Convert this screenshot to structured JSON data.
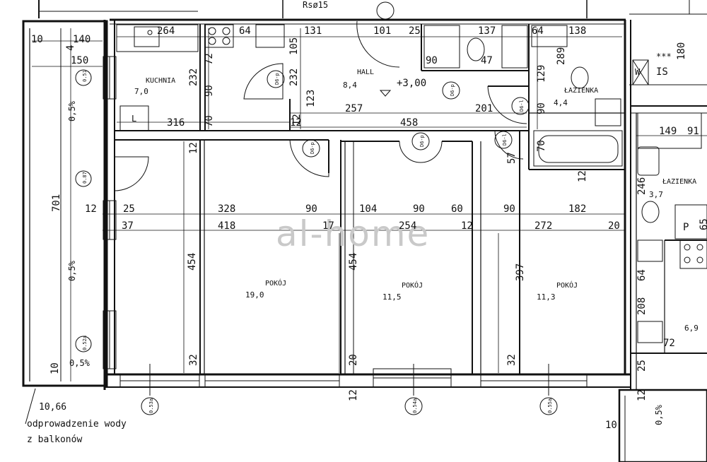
{
  "rooms": {
    "kitchen": {
      "name": "KUCHNIA",
      "area": "7,0"
    },
    "hall": {
      "name": "HALL",
      "area": "8,4"
    },
    "bathroom_main": {
      "name": "ŁAZIENKA",
      "area": "4,4"
    },
    "bathroom_neighbor": {
      "name": "ŁAZIENKA",
      "area": "3,7"
    },
    "room_large": {
      "name": "POKÓJ",
      "area": "19,0"
    },
    "room_middle": {
      "name": "POKÓJ",
      "area": "11,5"
    },
    "room_right": {
      "name": "POKÓJ",
      "area": "11,3"
    },
    "neighbor_room": {
      "area": "6,9"
    }
  },
  "level_mark": "+3,00",
  "watermark": "al-home",
  "is_label": "IS",
  "w_label": "W",
  "p_label": "P",
  "l_label": "L",
  "top_label": "Rsø15",
  "stars": "***",
  "note": {
    "level": "10,66",
    "line1": "odprowadzenie wody",
    "line2": "z balkonów"
  },
  "dimensions": {
    "d264": "264",
    "d64a": "64",
    "d131": "131",
    "d101": "101",
    "d25": "25",
    "d137": "137",
    "d64b": "64",
    "d138": "138",
    "d10": "10",
    "d140": "140",
    "d150": "150",
    "d4": "4",
    "d72": "72",
    "d232a": "232",
    "d90a": "90",
    "d70a": "70",
    "d105": "105",
    "d232b": "232",
    "d123": "123",
    "d90b": "90",
    "d47": "47",
    "d129": "129",
    "d289": "289",
    "d180": "180",
    "d316": "316",
    "d12a": "12",
    "d257": "257",
    "d201": "201",
    "d90c": "90",
    "d12b": "12",
    "d458": "458",
    "d149": "149",
    "d91": "91",
    "d12c": "12",
    "d57": "57",
    "d70b": "70",
    "d12d": "12",
    "d246": "246",
    "d701": "701",
    "d05a": "0,5%",
    "d05b": "0,5%",
    "d05c": "0,5%",
    "d05d": "0,5%",
    "d12e": "12",
    "d25b": "25",
    "d328": "328",
    "d90d": "90",
    "d104": "104",
    "d90e": "90",
    "d60": "60",
    "d90f": "90",
    "d182": "182",
    "d37": "37",
    "d418": "418",
    "d17": "17",
    "d254": "254",
    "d12f": "12",
    "d272": "272",
    "d20a": "20",
    "d65": "65",
    "d454a": "454",
    "d454b": "454",
    "d397": "397",
    "d64c": "64",
    "d208": "208",
    "d72b": "72",
    "d32a": "32",
    "d20b": "20",
    "d32b": "32",
    "d25c": "25",
    "d10b": "10",
    "d12g": "12",
    "d12h": "12",
    "d10c": "10"
  },
  "tags": {
    "t051": "0.51",
    "t087": "0.87",
    "t052": "0.52a",
    "t053": "0.53a",
    "t054": "0.54a",
    "t055": "0.55a",
    "tdr1": "D6-p",
    "tdr2": "D6-p",
    "tdr3": "D6-p",
    "tdr4": "D6-p",
    "tdr5": "D6-l",
    "tdr6": "D6-l"
  }
}
